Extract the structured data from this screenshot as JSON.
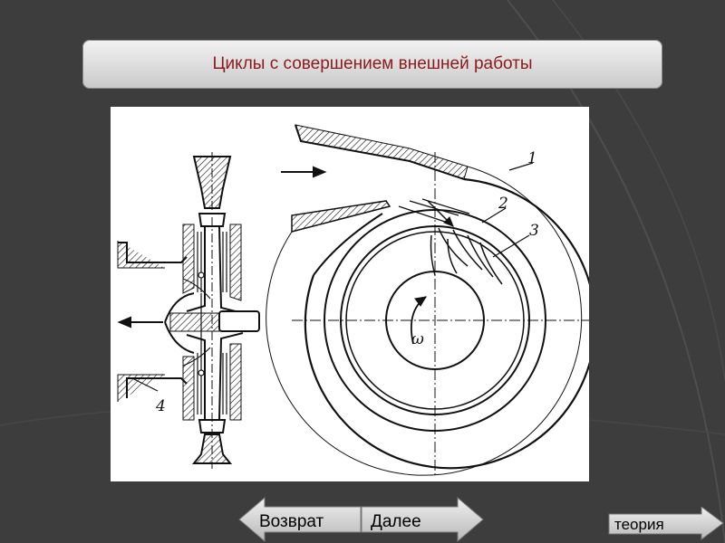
{
  "slide": {
    "title": "Циклы с совершением внешней работы"
  },
  "figure": {
    "labels": {
      "one": "1",
      "two": "2",
      "three": "3",
      "four": "4",
      "omega": "ω"
    }
  },
  "nav": {
    "back_label": "Возврат",
    "next_label": "Далее",
    "theory_label": "теория"
  },
  "colors": {
    "background": "#3d3d3d",
    "title_text": "#8b1a1a",
    "button_fill": "#d4d4d4"
  }
}
